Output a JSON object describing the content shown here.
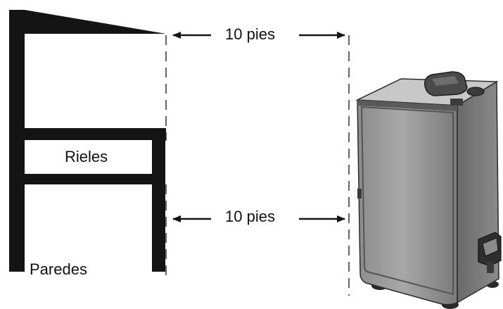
{
  "labels": {
    "top_distance": "10 pies",
    "bottom_distance": "10 pies",
    "rails": "Rieles",
    "walls": "Paredes"
  },
  "colors": {
    "structure": "#141414",
    "cabinet_light": "#c6c6c6",
    "cabinet_mid": "#9a9a9a",
    "cabinet_dark": "#6e6e6e",
    "outline": "#2a2a2a"
  },
  "icons": {
    "appliance": "electric-smoker-icon"
  }
}
